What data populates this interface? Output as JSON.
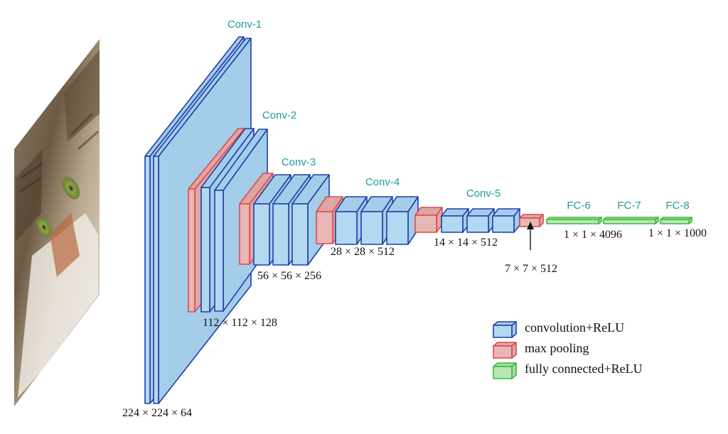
{
  "colors": {
    "conv_fill": "#B3D9F2",
    "conv_side": "#A4CDEA",
    "conv_edge": "#1F3FA8",
    "pool_fill": "#E8B7B5",
    "pool_side": "#DCA8A6",
    "pool_edge": "#E0474C",
    "fc_fill": "#B8E6B3",
    "fc_side": "#A9DAA3",
    "fc_edge": "#3DBA3D",
    "label_teal": "#1E9C9C",
    "text": "#111111"
  },
  "stages": {
    "conv1": "Conv-1",
    "conv2": "Conv-2",
    "conv3": "Conv-3",
    "conv4": "Conv-4",
    "conv5": "Conv-5",
    "fc6": "FC-6",
    "fc7": "FC-7",
    "fc8": "FC-8"
  },
  "dims": {
    "d1": "224 × 224 × 64",
    "d2": "112 × 112 × 128",
    "d3": "56 × 56 × 256",
    "d4": "28 × 28 × 512",
    "d5": "14 × 14 × 512",
    "d6": "7 × 7 × 512",
    "d7": "1 × 1 × 4096",
    "d8": "1 × 1 × 1000"
  },
  "legend": {
    "conv": "convolution+ReLU",
    "pool": "max pooling",
    "fc": "fully connected+ReLU"
  },
  "input_image": "cat-photo"
}
